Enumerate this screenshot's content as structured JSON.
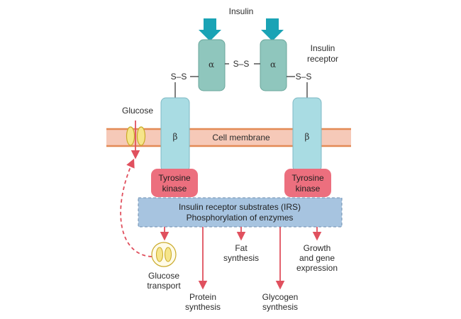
{
  "labels": {
    "insulin": "Insulin",
    "insulin_receptor_line1": "Insulin",
    "insulin_receptor_line2": "receptor",
    "glucose": "Glucose",
    "cell_membrane": "Cell membrane",
    "alpha": "α",
    "beta": "β",
    "disulfide": "S–S",
    "tyrosine_kinase_line1": "Tyrosine",
    "tyrosine_kinase_line2": "kinase",
    "irs_line1": "Insulin receptor substrates (IRS)",
    "irs_line2": "Phosphorylation of enzymes",
    "glucose_transport_line1": "Glucose",
    "glucose_transport_line2": "transport",
    "protein_synthesis_line1": "Protein",
    "protein_synthesis_line2": "synthesis",
    "fat_synthesis_line1": "Fat",
    "fat_synthesis_line2": "synthesis",
    "glycogen_synthesis_line1": "Glycogen",
    "glycogen_synthesis_line2": "synthesis",
    "growth_line1": "Growth",
    "growth_line2": "and gene",
    "growth_line3": "expression"
  },
  "colors": {
    "insulin": "#1aa3b5",
    "alpha_subunit": "#8fc6bd",
    "beta_subunit": "#a9dce3",
    "membrane": "#f6c9b8",
    "membrane_edge": "#e38a55",
    "kinase": "#ec6f7e",
    "irs_box": "#a7c4e0",
    "arrow": "#e0505e",
    "channel": "#f6e58a"
  }
}
